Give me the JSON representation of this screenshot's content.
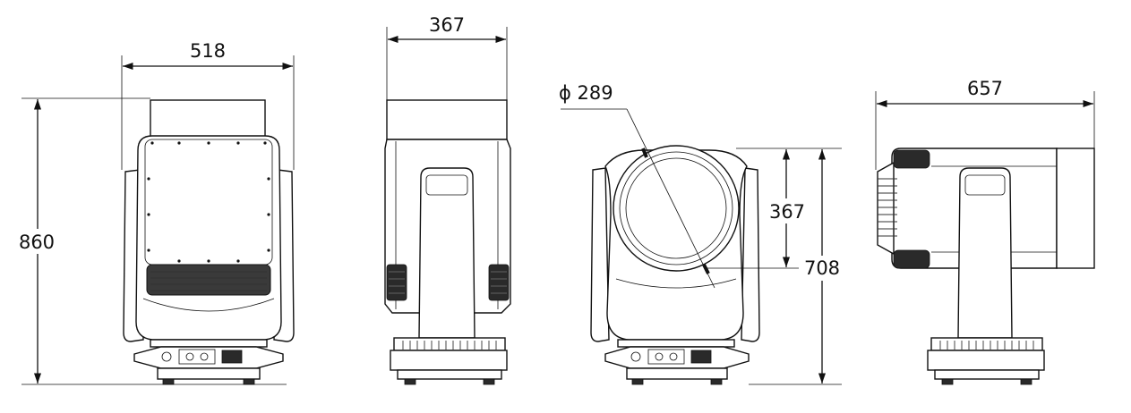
{
  "views": {
    "front": {
      "width_label": "518",
      "height_label": "860"
    },
    "side": {
      "width_label": "367"
    },
    "lens": {
      "diameter_label": "ϕ 289",
      "lens_height_label": "367",
      "overall_height_label": "708"
    },
    "back": {
      "length_label": "657"
    }
  },
  "colors": {
    "line": "#111111",
    "background": "#ffffff",
    "shade": "#2a2a2a"
  }
}
